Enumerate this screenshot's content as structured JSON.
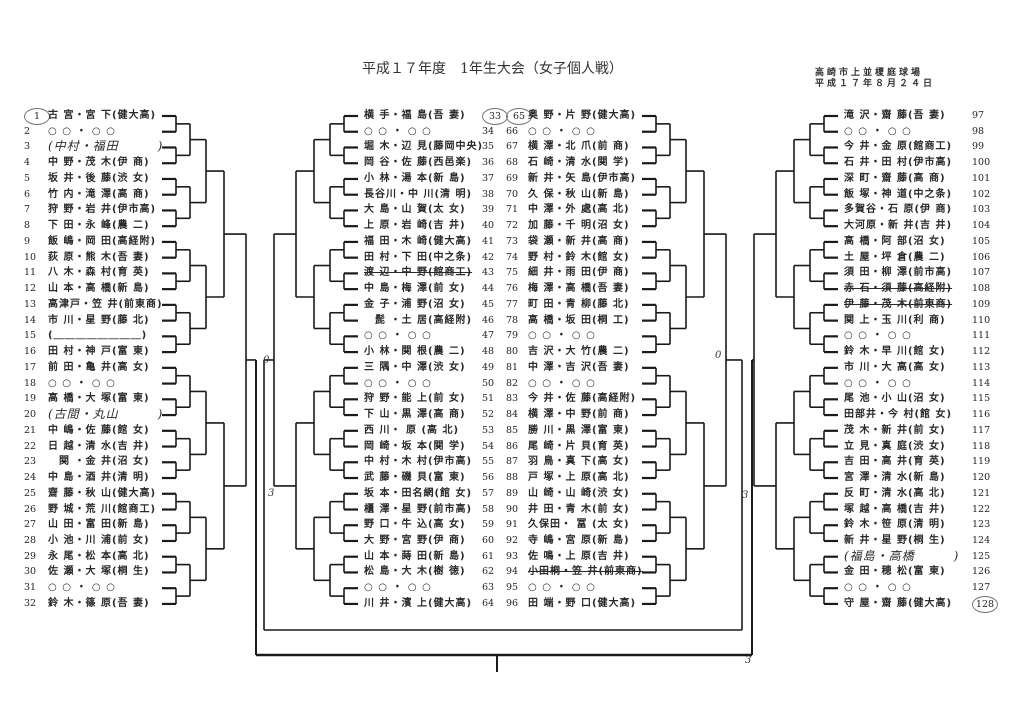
{
  "header": {
    "title": "平成１７年度　1年生大会（女子個人戦）",
    "venue": "高崎市上並榎庭球場",
    "date": "平成１７年８月２４日"
  },
  "blocks": [
    {
      "side": "left",
      "entries": [
        {
          "n": "1",
          "name": "古 宮・宮 下(健大高)",
          "circled": true
        },
        {
          "n": "2",
          "name": "○ ○ ・ ○ ○"
        },
        {
          "n": "3",
          "name": "(中村・福田　　　)",
          "hand": true
        },
        {
          "n": "4",
          "name": "中 野・茂 木(伊 商)"
        },
        {
          "n": "5",
          "name": "坂 井・後 藤(渋 女)"
        },
        {
          "n": "6",
          "name": "竹 内・滝 澤(高 商)"
        },
        {
          "n": "7",
          "name": "狩 野・岩 井(伊市高)"
        },
        {
          "n": "8",
          "name": "下 田・永 峰(農 二)"
        },
        {
          "n": "9",
          "name": "飯 嶋・岡 田(高経附)"
        },
        {
          "n": "10",
          "name": "荻 原・熊 木(吾 妻)"
        },
        {
          "n": "11",
          "name": "八 木・森 村(育 英)"
        },
        {
          "n": "12",
          "name": "山 本・高 橋(新 島)"
        },
        {
          "n": "13",
          "name": "高津戸・笠 井(前東商)"
        },
        {
          "n": "14",
          "name": "市 川・星 野(藤 北)"
        },
        {
          "n": "15",
          "name": "(＿＿＿＿＿＿＿＿)"
        },
        {
          "n": "16",
          "name": "田 村・神 戸(富 東)"
        },
        {
          "n": "17",
          "name": "前 田・亀 井(高 女)"
        },
        {
          "n": "18",
          "name": "○ ○ ・ ○ ○"
        },
        {
          "n": "19",
          "name": "高 橋・大 塚(富 東)"
        },
        {
          "n": "20",
          "name": "(古間・丸山　　　)",
          "hand": true
        },
        {
          "n": "21",
          "name": "中 嶋・佐 藤(館 女)"
        },
        {
          "n": "22",
          "name": "日 越・清 水(吉 井)"
        },
        {
          "n": "23",
          "name": "　関 ・金 井(沼 女)"
        },
        {
          "n": "24",
          "name": "中 島・酒 井(清 明)"
        },
        {
          "n": "25",
          "name": "齋 藤・秋 山(健大高)"
        },
        {
          "n": "26",
          "name": "野 城・荒 川(館商工)"
        },
        {
          "n": "27",
          "name": "山 田・富 田(新 島)"
        },
        {
          "n": "28",
          "name": "小 池・川 浦(前 女)"
        },
        {
          "n": "29",
          "name": "永 尾・松 本(高 北)"
        },
        {
          "n": "30",
          "name": "佐 瀬・大 塚(桐 生)"
        },
        {
          "n": "31",
          "name": "○ ○ ・ ○ ○"
        },
        {
          "n": "32",
          "name": "鈴 木・篠 原(吾 妻)"
        }
      ]
    },
    {
      "side": "midleft",
      "entries": [
        {
          "n": "33",
          "name": "横 手・福 島(吾 妻)",
          "circled": true
        },
        {
          "n": "34",
          "name": "○ ○ ・ ○ ○"
        },
        {
          "n": "35",
          "name": "堀 木・辺 見(藤岡中央)"
        },
        {
          "n": "36",
          "name": "岡 谷・佐 藤(西邑楽)"
        },
        {
          "n": "37",
          "name": "小 林・湯 本(新 島)"
        },
        {
          "n": "38",
          "name": "長谷川・中 川(清 明)"
        },
        {
          "n": "39",
          "name": "大 島・山 賀(太 女)"
        },
        {
          "n": "40",
          "name": "上 原・岩 崎(吉 井)"
        },
        {
          "n": "41",
          "name": "福 田・木 崎(健大高)"
        },
        {
          "n": "42",
          "name": "田 村・下 田(中之条)"
        },
        {
          "n": "43",
          "name": "渡 辺・中 野(館商工)",
          "struck": true
        },
        {
          "n": "44",
          "name": "中 島・梅 澤(前 女)"
        },
        {
          "n": "45",
          "name": "金 子・浦 野(沼 女)"
        },
        {
          "n": "46",
          "name": "　髭 ・土 居(高経附)"
        },
        {
          "n": "47",
          "name": "○ ○ ・ ○ ○"
        },
        {
          "n": "48",
          "name": "小 林・関 根(農 二)"
        },
        {
          "n": "49",
          "name": "三 隅・中 澤(渋 女)"
        },
        {
          "n": "50",
          "name": "○ ○ ・ ○ ○"
        },
        {
          "n": "51",
          "name": "狩 野・能 上(前 女)"
        },
        {
          "n": "52",
          "name": "下 山・黒 澤(高 商)"
        },
        {
          "n": "53",
          "name": "西 川・ 原 (高 北)"
        },
        {
          "n": "54",
          "name": "岡 崎・坂 本(関 学)"
        },
        {
          "n": "55",
          "name": "中 村・木 村(伊市高)"
        },
        {
          "n": "56",
          "name": "武 藤・磯 貝(富 東)"
        },
        {
          "n": "57",
          "name": "坂 本・田名網(館 女)"
        },
        {
          "n": "58",
          "name": "櫃 澤・星 野(前市高)"
        },
        {
          "n": "59",
          "name": "野 口・牛 込(高 女)"
        },
        {
          "n": "60",
          "name": "大 野・宮 野(伊 商)"
        },
        {
          "n": "61",
          "name": "山 本・蒔 田(新 島)"
        },
        {
          "n": "62",
          "name": "松 島・大 木(樹 徳)"
        },
        {
          "n": "63",
          "name": "○ ○ ・ ○ ○"
        },
        {
          "n": "64",
          "name": "川 井・濱 上(健大高)"
        }
      ]
    },
    {
      "side": "midright",
      "entries": [
        {
          "n": "65",
          "name": "奥 野・片 野(健大高)",
          "circled": true
        },
        {
          "n": "66",
          "name": "○ ○ ・ ○ ○"
        },
        {
          "n": "67",
          "name": "横 澤・北 爪(前 商)"
        },
        {
          "n": "68",
          "name": "石 崎・清 水(関 学)"
        },
        {
          "n": "69",
          "name": "新 井・矢 島(伊市高)"
        },
        {
          "n": "70",
          "name": "久 保・秋 山(新 島)"
        },
        {
          "n": "71",
          "name": "中 澤・外 處(高 北)"
        },
        {
          "n": "72",
          "name": "加 藤・千 明(沼 女)"
        },
        {
          "n": "73",
          "name": "袋 瀬・新 井(高 商)"
        },
        {
          "n": "74",
          "name": "野 村・鈴 木(館 女)"
        },
        {
          "n": "75",
          "name": "細 井・雨 田(伊 商)"
        },
        {
          "n": "76",
          "name": "梅 澤・高 橋(吾 妻)"
        },
        {
          "n": "77",
          "name": "町 田・青 柳(藤 北)"
        },
        {
          "n": "78",
          "name": "高 橋・坂 田(桐 工)"
        },
        {
          "n": "79",
          "name": "○ ○ ・ ○ ○"
        },
        {
          "n": "80",
          "name": "吉 沢・大 竹(農 二)"
        },
        {
          "n": "81",
          "name": "中 澤・吉 沢(吾 妻)"
        },
        {
          "n": "82",
          "name": "○ ○ ・ ○ ○"
        },
        {
          "n": "83",
          "name": "今 井・佐 藤(高経附)"
        },
        {
          "n": "84",
          "name": "横 澤・中 野(前 商)"
        },
        {
          "n": "85",
          "name": "勝 川・黒 澤(富 東)"
        },
        {
          "n": "86",
          "name": "尾 崎・片 貝(育 英)"
        },
        {
          "n": "87",
          "name": "羽 鳥・真 下(高 女)"
        },
        {
          "n": "88",
          "name": "戸 塚・上 原(高 北)"
        },
        {
          "n": "89",
          "name": "山 崎・山 崎(渋 女)"
        },
        {
          "n": "90",
          "name": "井 田・青 木(前 女)"
        },
        {
          "n": "91",
          "name": "久保田・ 冨 (太 女)"
        },
        {
          "n": "92",
          "name": "寺 嶋・宮 原(新 島)"
        },
        {
          "n": "93",
          "name": "佐 鳴・上 原(吉 井)"
        },
        {
          "n": "94",
          "name": "小田桐・笠 井(前東商)",
          "struck": true
        },
        {
          "n": "95",
          "name": "○ ○ ・ ○ ○"
        },
        {
          "n": "96",
          "name": "田 端・野 口(健大高)"
        }
      ]
    },
    {
      "side": "right",
      "entries": [
        {
          "n": "97",
          "name": "滝 沢・齋 藤(吾 妻)"
        },
        {
          "n": "98",
          "name": "○ ○ ・ ○ ○"
        },
        {
          "n": "99",
          "name": "今 井・金 原(館商工)"
        },
        {
          "n": "100",
          "name": "石 井・田 村(伊市高)"
        },
        {
          "n": "101",
          "name": "深 町・齋 藤(高 商)"
        },
        {
          "n": "102",
          "name": "飯 塚・神 道(中之条)"
        },
        {
          "n": "103",
          "name": "多賀谷・石 原(伊 商)"
        },
        {
          "n": "104",
          "name": "大河原・新 井(吉 井)"
        },
        {
          "n": "105",
          "name": "高 橋・阿 部(沼 女)"
        },
        {
          "n": "106",
          "name": "土 屋・坪 倉(農 二)"
        },
        {
          "n": "107",
          "name": "須 田・柳 澤(前市高)"
        },
        {
          "n": "108",
          "name": "赤 石・須 藤(高経附)",
          "struck": true
        },
        {
          "n": "109",
          "name": "伊 藤・茂 木(前東商)",
          "struck": true
        },
        {
          "n": "110",
          "name": "関 上・玉 川(利 商)"
        },
        {
          "n": "111",
          "name": "○ ○ ・ ○ ○"
        },
        {
          "n": "112",
          "name": "鈴 木・早 川(館 女)"
        },
        {
          "n": "113",
          "name": "市 川・大 高(高 女)"
        },
        {
          "n": "114",
          "name": "○ ○ ・ ○ ○"
        },
        {
          "n": "115",
          "name": "尾 池・小 山(沼 女)"
        },
        {
          "n": "116",
          "name": "田部井・今 村(館 女)"
        },
        {
          "n": "117",
          "name": "茂 木・新 井(前 女)"
        },
        {
          "n": "118",
          "name": "立 見・真 庭(渋 女)"
        },
        {
          "n": "119",
          "name": "吉 田・高 井(育 英)"
        },
        {
          "n": "120",
          "name": "宮 澤・清 水(新 島)"
        },
        {
          "n": "121",
          "name": "反 町・清 水(高 北)"
        },
        {
          "n": "122",
          "name": "塚 越・高 橋(吉 井)"
        },
        {
          "n": "123",
          "name": "鈴 木・笹 原(清 明)"
        },
        {
          "n": "124",
          "name": "新 井・星 野(桐 生)"
        },
        {
          "n": "125",
          "name": "(福島・高橋　　　)",
          "hand": true
        },
        {
          "n": "126",
          "name": "金 田・穂 松(富 東)"
        },
        {
          "n": "127",
          "name": "○ ○ ・ ○ ○"
        },
        {
          "n": "128",
          "name": "守 屋・齋 藤(健大高)",
          "circled": true
        }
      ]
    }
  ],
  "scores": [
    "3",
    "0",
    "0",
    "3",
    "3"
  ]
}
